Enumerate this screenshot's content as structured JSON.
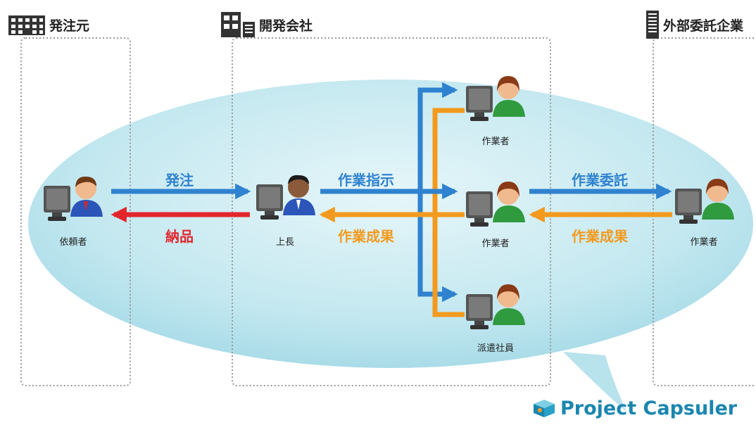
{
  "organizations": {
    "client": "発注元",
    "developer": "開発会社",
    "contractor": "外部委託企業"
  },
  "flows": {
    "order": "発注",
    "delivery": "納品",
    "work_instruction": "作業指示",
    "work_result_left": "作業成果",
    "outsourcing": "作業委託",
    "work_result_right": "作業成果"
  },
  "roles": {
    "requester": "依頼者",
    "boss": "上長",
    "worker_top": "作業者",
    "worker_middle": "作業者",
    "dispatched_staff": "派遣社員",
    "external_worker": "作業者"
  },
  "brand": {
    "name": "Project Capsuler"
  },
  "colors": {
    "blue_arrow": "#2f82cf",
    "red_arrow": "#e3262d",
    "orange_arrow": "#f39a1e",
    "bubble": "#bfe6ee",
    "brand_text": "#1a86b0"
  }
}
